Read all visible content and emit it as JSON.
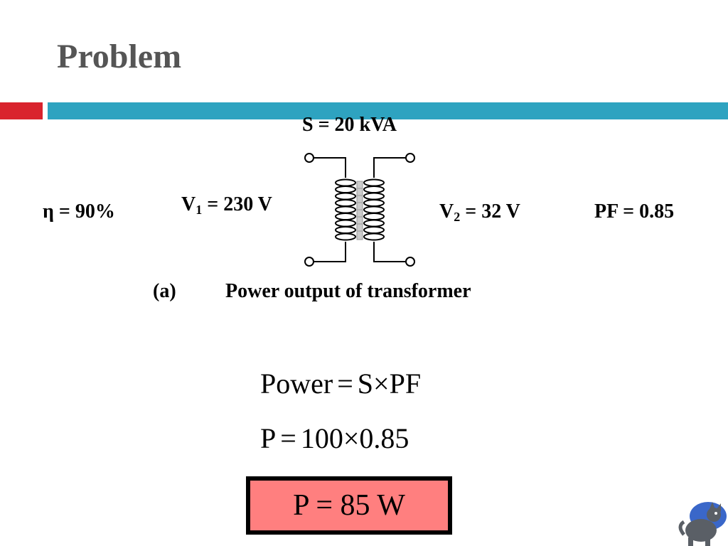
{
  "slide": {
    "title": "Problem"
  },
  "colors": {
    "accent_red": "#d9232d",
    "accent_blue": "#2ea3c0",
    "result_fill": "#ff7f7f"
  },
  "given": {
    "apparent_power": "S = 20 kVA",
    "efficiency": "η = 90%",
    "v1_symbol": "V",
    "v1_sub": "1",
    "v1_value": " = 230 V",
    "v2_symbol": "V",
    "v2_sub": "2",
    "v2_value": " = 32 V",
    "power_factor": "PF = 0.85"
  },
  "question": {
    "part": "(a)",
    "text": "Power output of transformer"
  },
  "equations": {
    "line1": {
      "lhs": "Power",
      "op": "=",
      "rhs": "S×PF"
    },
    "line2": {
      "lhs": "P",
      "op": "=",
      "rhs": "100×0.85"
    }
  },
  "result": {
    "text": "P = 85 W"
  },
  "icons": {
    "transformer": "transformer-diagram-icon",
    "mascot": "mascot-cat-icon"
  }
}
